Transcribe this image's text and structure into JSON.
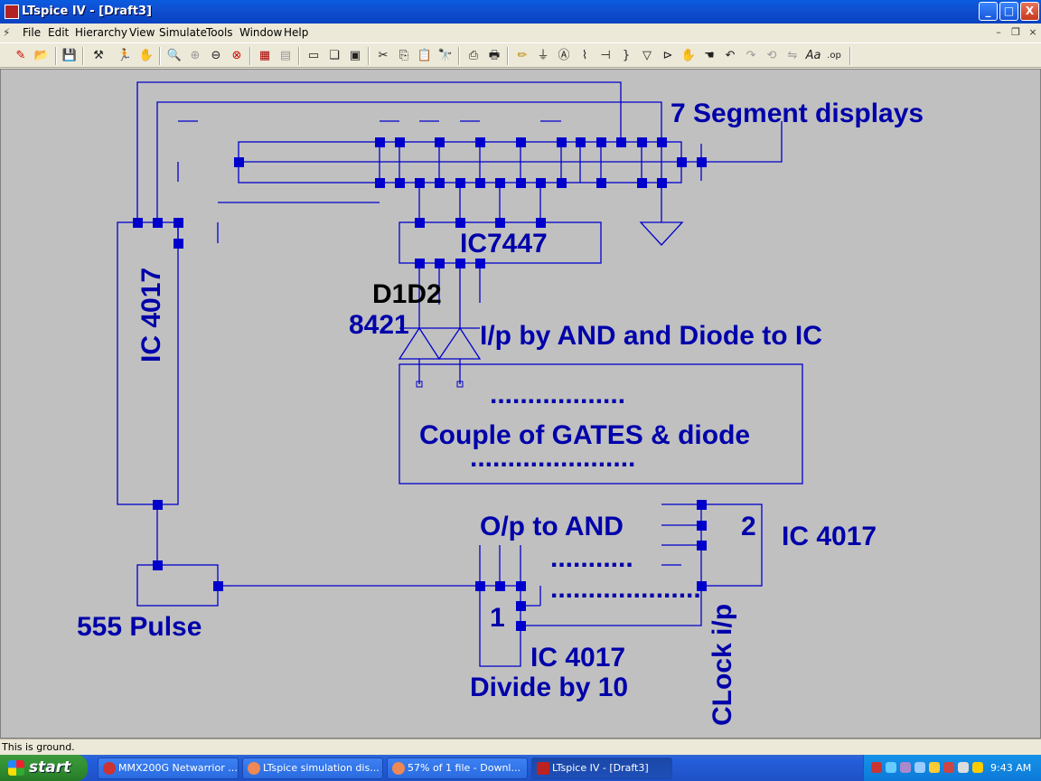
{
  "window": {
    "title": "LTspice IV - [Draft3]",
    "controls": [
      "_",
      "□",
      "X"
    ]
  },
  "menu": [
    "File",
    "Edit",
    "Hierarchy",
    "View",
    "Simulate",
    "Tools",
    "Window",
    "Help"
  ],
  "toolbar_icons": [
    "new-schematic-icon",
    "open-icon",
    "save-icon",
    "control-panel-icon",
    "run-icon",
    "halt-icon",
    "zoom-in-icon",
    "zoom-pan-icon",
    "zoom-out-icon",
    "zoom-fit-icon",
    "waveform-icon",
    "autorange-icon",
    "tile-horizontal-icon",
    "cascade-icon",
    "close-all-icon",
    "cut-icon",
    "copy-icon",
    "paste-icon",
    "find-icon",
    "print-setup-icon",
    "print-icon",
    "wire-icon",
    "ground-icon",
    "label-icon",
    "resistor-icon",
    "capacitor-icon",
    "inductor-icon",
    "diode-icon",
    "component-icon",
    "move-icon",
    "drag-icon",
    "undo-icon",
    "redo-icon",
    "rotate-icon",
    "mirror-icon",
    "text-icon",
    "spice-directive-icon"
  ],
  "schematic": {
    "labels": {
      "seven_segment": "7 Segment displays",
      "ic4017_left": "IC 4017",
      "ic7447": "IC7447",
      "d1d2": "D1D2",
      "code8421": "8421",
      "ip_and_diode": "I/p by AND and Diode to IC",
      "dots1": "..................",
      "gates": "Couple of GATES & diode",
      "dots2": "......................",
      "op_to_and": "O/p to AND",
      "dots3": "...........",
      "dots4": "....................",
      "num2": "2",
      "ic4017_right": "IC 4017",
      "num1": "1",
      "ic4017_bottom": "IC 4017",
      "divide": "Divide by 10",
      "clock": "CLock i/p",
      "pulse": "555 Pulse"
    },
    "colors": {
      "wire": "#0000cd",
      "text": "#0000aa",
      "canvas": "#c0c0c0",
      "black_text": "#000000"
    }
  },
  "status": "This is ground.",
  "taskbar": {
    "start": "start",
    "tasks": [
      {
        "label": "MMX200G Netwarrior ...",
        "active": false
      },
      {
        "label": "LTspice simulation dis...",
        "active": false
      },
      {
        "label": "57% of 1 file - Downl...",
        "active": false
      },
      {
        "label": "LTspice IV - [Draft3]",
        "active": true
      }
    ],
    "clock": "9:43 AM"
  }
}
